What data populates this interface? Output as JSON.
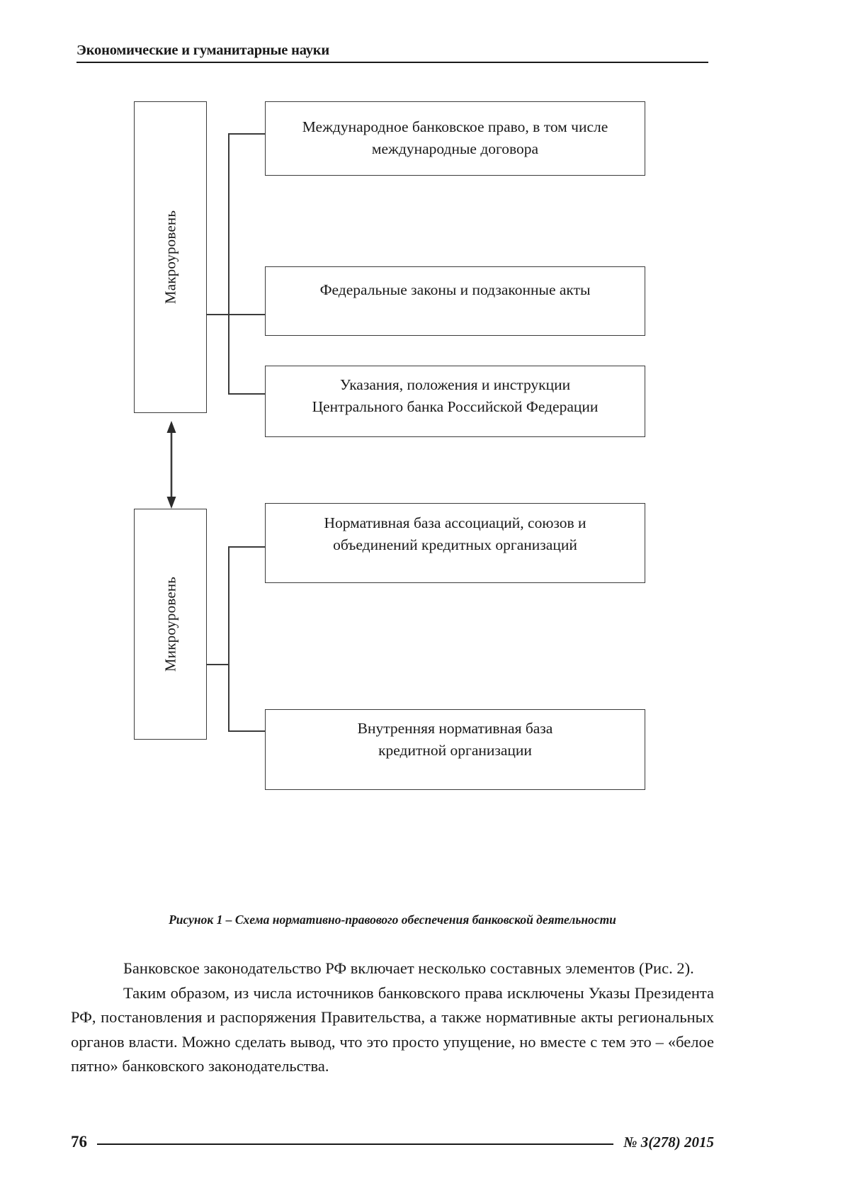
{
  "header": {
    "running_title": "Экономические и гуманитарные науки"
  },
  "figure": {
    "caption": "Рисунок 1 – Схема нормативно-правового обеспечения банковской деятельности",
    "levels": [
      {
        "label": "Макроуровень"
      },
      {
        "label": "Микроуровень"
      }
    ],
    "boxes": [
      {
        "text": "Международное банковское право, в том числе\nмеждународные договора"
      },
      {
        "text": "Федеральные законы и подзаконные акты"
      },
      {
        "text": "Указания, положения и инструкции\nЦентрального банка Российской Федерации"
      },
      {
        "text": "Нормативная база ассоциаций, союзов и\nобъединений кредитных организаций"
      },
      {
        "text": "Внутренняя нормативная база\nкредитной организации"
      }
    ],
    "connector_arrow": "double-headed-vertical-arrow"
  },
  "body": {
    "paragraphs": [
      "Банковское законодательство РФ включает несколько составных элементов (Рис. 2).",
      "Таким образом, из числа источников банковского права исключены Указы Президента РФ, постановления и распоряжения Правительства, а также нормативные акты региональных органов власти. Можно сделать вывод, что это просто упущение, но вместе с тем это – «белое пятно» банковского законодательства."
    ]
  },
  "footer": {
    "page_number": "76",
    "issue": "№ 3(278) 2015"
  },
  "colors": {
    "text": "#1a1a1a",
    "line": "#3b3b3b",
    "rule": "#1a1a1a",
    "background": "#ffffff"
  }
}
